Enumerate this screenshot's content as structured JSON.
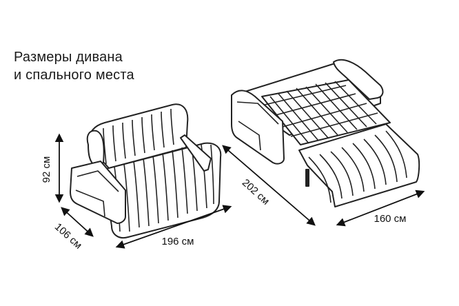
{
  "title": {
    "line1": "Размеры дивана",
    "line2": "и спального места"
  },
  "dimensions": {
    "height": "92 см",
    "depth": "106 см",
    "width": "196 см",
    "bed_length": "202 см",
    "bed_width": "160 см"
  },
  "colors": {
    "outline": "#222222",
    "background": "#ffffff"
  }
}
